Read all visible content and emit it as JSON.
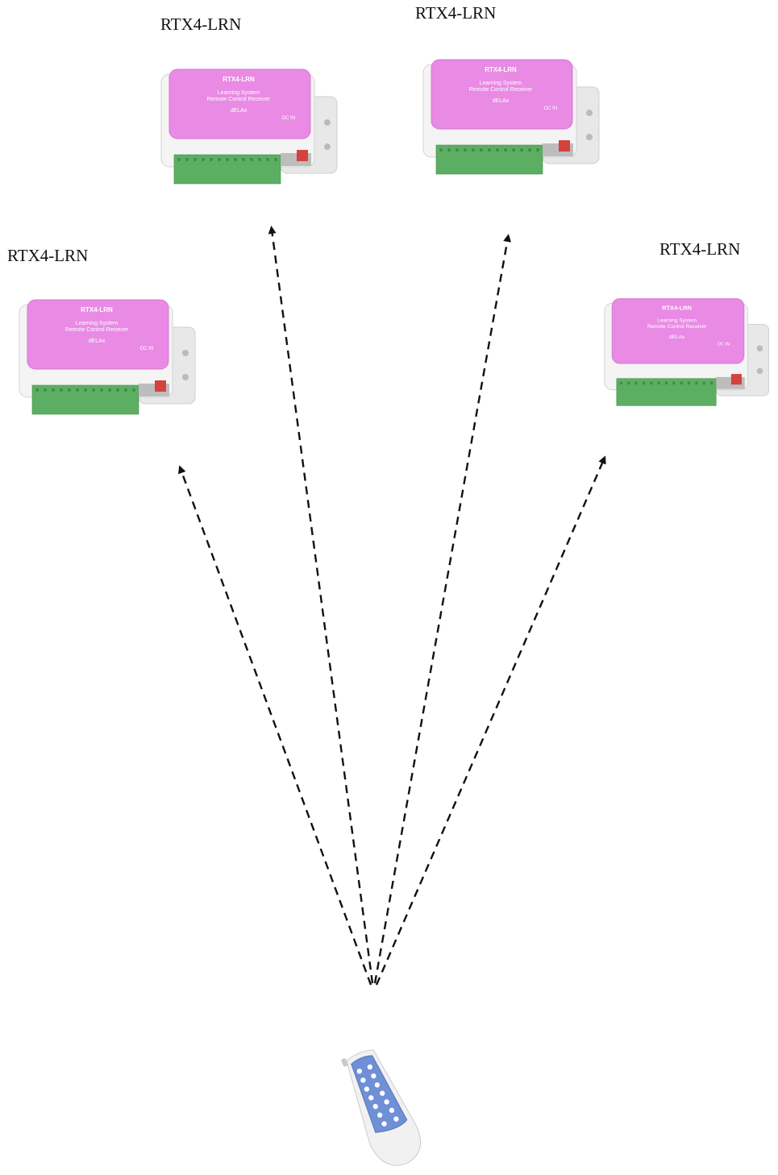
{
  "receivers": [
    {
      "label": "RTX4-LRN",
      "model_text": "RTX4-LRN",
      "line1": "Learning System",
      "line2": "Remote Control Receiver",
      "brand": "dELAx",
      "dc_text": "DC IN"
    },
    {
      "label": "RTX4-LRN",
      "model_text": "RTX4-LRN",
      "line1": "Learning System",
      "line2": "Remote Control Receiver",
      "brand": "dELAx",
      "dc_text": "DC IN"
    },
    {
      "label": "RTX4-LRN",
      "model_text": "RTX4-LRN",
      "line1": "Learning System",
      "line2": "Remote Control Receiver",
      "brand": "dELAx",
      "dc_text": "DC IN"
    },
    {
      "label": "RTX4-LRN",
      "model_text": "RTX4-LRN",
      "line1": "Learning System",
      "line2": "Remote Control Receiver",
      "brand": "dELAx",
      "dc_text": "DC IN"
    }
  ],
  "colors": {
    "panel_pink": "#e98ae4",
    "housing": "#f2f2f2",
    "terminal_green": "#5cae63",
    "dc_red": "#d4423e",
    "remote_blue": "#6f8fd6",
    "arrow": "#111111"
  },
  "icons": {
    "receiver": "receiver-module-icon",
    "remote": "remote-control-icon",
    "arrow": "dashed-arrow"
  }
}
